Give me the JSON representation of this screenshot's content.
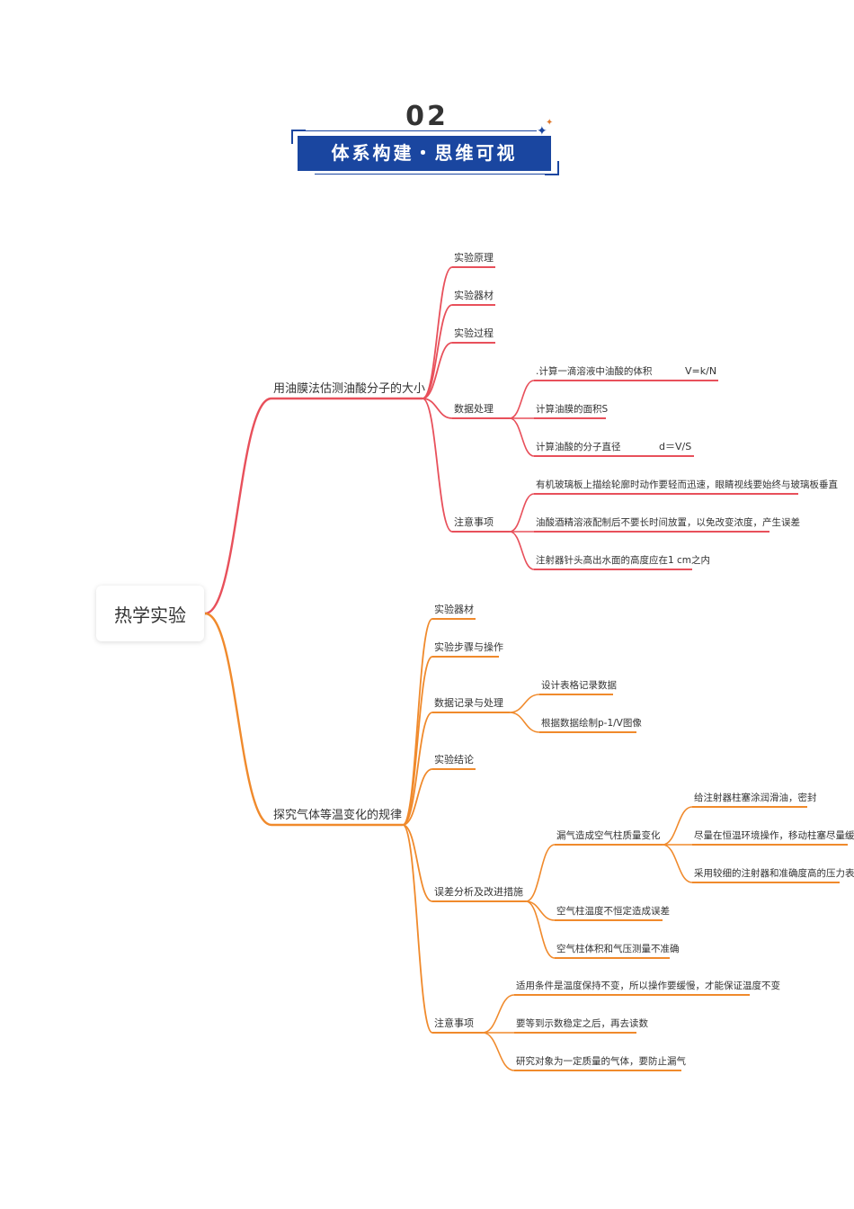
{
  "header": {
    "number": "02",
    "title": "体系构建・思维可视"
  },
  "colors": {
    "banner": "#1a46a0",
    "branch_red": "#e8505b",
    "branch_orange": "#f08a2c"
  },
  "mindmap": {
    "root": "热学实验",
    "branches": [
      {
        "label": "用油膜法估测油酸分子的大小",
        "color": "#e8505b",
        "children": [
          {
            "label": "实验原理"
          },
          {
            "label": "实验器材"
          },
          {
            "label": "实验过程"
          },
          {
            "label": "数据处理",
            "children": [
              {
                "label": ".计算一滴溶液中油酸的体积",
                "extra": "V=k/N"
              },
              {
                "label": "计算油膜的面积S"
              },
              {
                "label": "计算油酸的分子直径",
                "extra": "d＝V/S"
              }
            ]
          },
          {
            "label": "注意事项",
            "children": [
              {
                "label": "有机玻璃板上描绘轮廓时动作要轻而迅速，眼睛视线要始终与玻璃板垂直"
              },
              {
                "label": "油酸酒精溶液配制后不要长时间放置，以免改变浓度，产生误差"
              },
              {
                "label": "注射器针头高出水面的高度应在1 cm之内"
              }
            ]
          }
        ]
      },
      {
        "label": "探究气体等温变化的规律",
        "color": "#f08a2c",
        "children": [
          {
            "label": "实验器材"
          },
          {
            "label": "实验步骤与操作"
          },
          {
            "label": "数据记录与处理",
            "children": [
              {
                "label": "设计表格记录数据"
              },
              {
                "label": "根据数据绘制p-1/V图像"
              }
            ]
          },
          {
            "label": "实验结论"
          },
          {
            "label": "误差分析及改进措施",
            "children": [
              {
                "label": "漏气造成空气柱质量变化",
                "children": [
                  {
                    "label": "给注射器柱塞涂润滑油，密封"
                  },
                  {
                    "label": "尽量在恒温环境操作，移动柱塞尽量缓慢"
                  },
                  {
                    "label": "采用较细的注射器和准确度高的压力表"
                  }
                ]
              },
              {
                "label": "空气柱温度不恒定造成误差"
              },
              {
                "label": "空气柱体积和气压测量不准确"
              }
            ]
          },
          {
            "label": "注意事项",
            "children": [
              {
                "label": "适用条件是温度保持不变，所以操作要缓慢，才能保证温度不变"
              },
              {
                "label": "要等到示数稳定之后，再去读数"
              },
              {
                "label": "研究对象为一定质量的气体，要防止漏气"
              }
            ]
          }
        ]
      }
    ]
  }
}
